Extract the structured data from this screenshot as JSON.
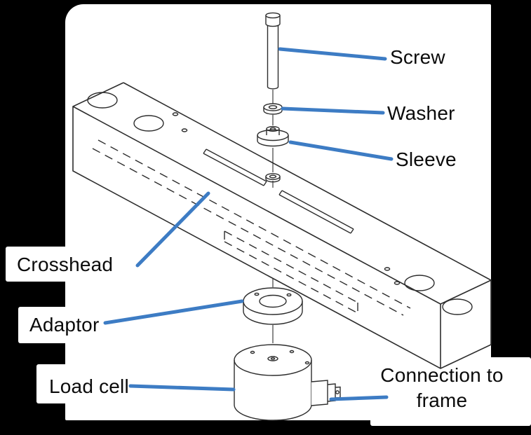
{
  "labels": {
    "screw": "Screw",
    "washer": "Washer",
    "sleeve": "Sleeve",
    "crosshead": "Crosshead",
    "adaptor": "Adaptor",
    "load_cell": "Load cell",
    "connection_to_frame": "Connection to frame"
  },
  "colors": {
    "leader_line": "#3d7cc4",
    "drawing_ink": "#2d2d2d",
    "background": "#000000",
    "panel": "#ffffff"
  }
}
